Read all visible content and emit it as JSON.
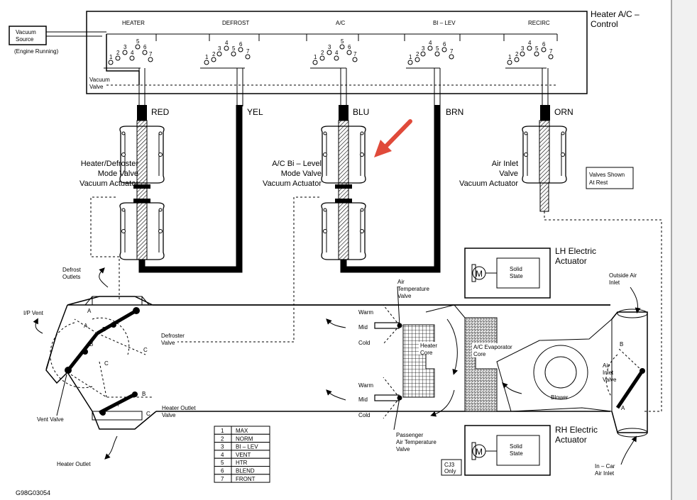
{
  "control": {
    "title_line1": "Heater A/C –",
    "title_line2": "Control",
    "modes": [
      "HEATER",
      "DEFROST",
      "A/C",
      "BI – LEV",
      "RECIRC"
    ],
    "port_numbers": [
      "1",
      "2",
      "3",
      "4",
      "5",
      "6",
      "7"
    ],
    "vacuum_source_line1": "Vacuum",
    "vacuum_source_line2": "Source",
    "engine_running": "(Engine Running)",
    "vacuum_valve_line1": "Vacuum",
    "vacuum_valve_line2": "Valve"
  },
  "hoses": [
    "RED",
    "YEL",
    "BLU",
    "BRN",
    "ORN"
  ],
  "actuators": {
    "heater_defroster": [
      "Heater/Defroster",
      "Mode Valve",
      "Vacuum Actuator"
    ],
    "ac_bilevel": [
      "A/C Bi – Level",
      "Mode Valve",
      "Vacuum Actuator"
    ],
    "air_inlet": [
      "Air Inlet",
      "Valve",
      "Vacuum Actuator"
    ]
  },
  "valves_at_rest": [
    "Valves Shown",
    "At Rest"
  ],
  "lh_actuator": {
    "title_line1": "LH Electric",
    "title_line2": "Actuator",
    "motor": "M",
    "solid_state_line1": "Solid",
    "solid_state_line2": "State"
  },
  "rh_actuator": {
    "title_line1": "RH Electric",
    "title_line2": "Actuator",
    "motor": "M",
    "solid_state_line1": "Solid",
    "solid_state_line2": "State"
  },
  "housing_labels": {
    "defrost_outlets": [
      "Defrost",
      "Outlets"
    ],
    "ip_vent": "I/P Vent",
    "defroster_valve": [
      "Defroster",
      "Valve"
    ],
    "vent_valve": "Vent Valve",
    "heater_outlet_valve": [
      "Heater Outlet",
      "Valve"
    ],
    "heater_outlet": "Heater Outlet",
    "air_temp_valve": [
      "Air",
      "Temperature",
      "Valve"
    ],
    "pass_air_temp_valve": [
      "Passenger",
      "Air Temperature",
      "Valve"
    ],
    "warm": "Warm",
    "mid": "Mid",
    "cold": "Cold",
    "heater_core": [
      "Heater",
      "Core"
    ],
    "evap_core": [
      "A/C Evaporator",
      "Core"
    ],
    "blower": "Blower",
    "air_inlet_valve": [
      "Air",
      "Inlet",
      "Valve"
    ],
    "outside_air_inlet": [
      "Outside Air",
      "Inlet"
    ],
    "in_car_air_inlet": [
      "In – Car",
      "Air Inlet"
    ],
    "cj3_only": [
      "CJ3",
      "Only"
    ],
    "letters": {
      "A": "A",
      "B": "B",
      "C": "C"
    }
  },
  "legend": [
    {
      "num": "1",
      "label": "MAX"
    },
    {
      "num": "2",
      "label": "NORM"
    },
    {
      "num": "3",
      "label": "BI – LEV"
    },
    {
      "num": "4",
      "label": "VENT"
    },
    {
      "num": "5",
      "label": "HTR"
    },
    {
      "num": "6",
      "label": "BLEND"
    },
    {
      "num": "7",
      "label": "FRONT"
    }
  ],
  "figure_id": "G98G03054",
  "colors": {
    "line": "#000000",
    "arrow": "#e04a3a",
    "background": "#ffffff"
  }
}
